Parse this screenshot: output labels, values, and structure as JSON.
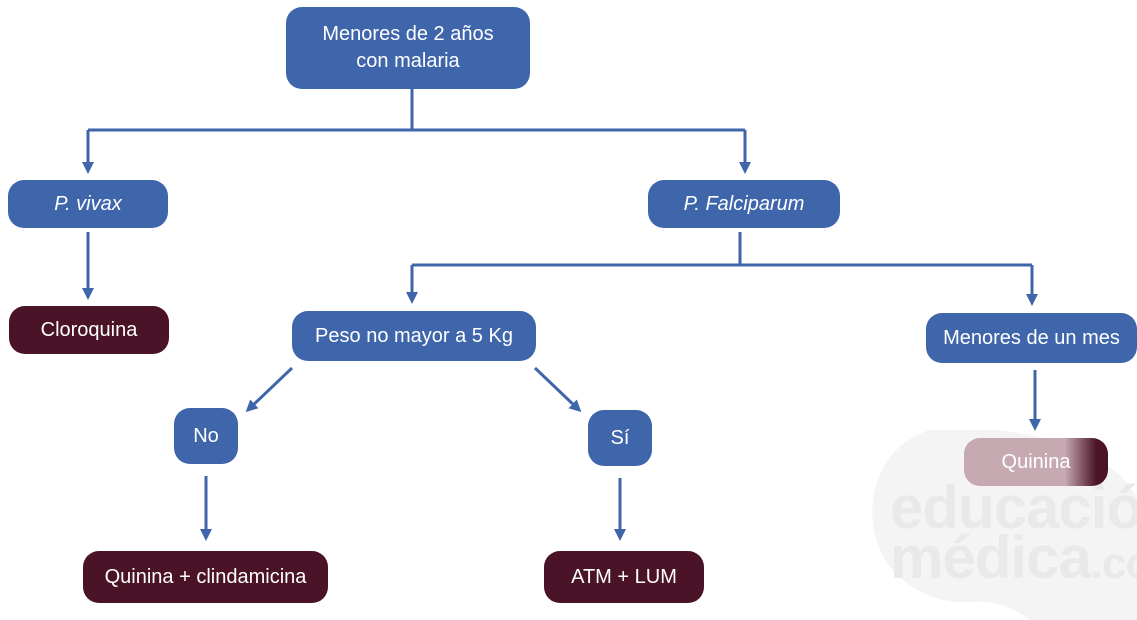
{
  "nodes": {
    "root": "Menores de 2 años\ncon malaria",
    "p_vivax": "P. vivax",
    "p_falciparum": "P. Falciparum",
    "cloroquina": "Cloroquina",
    "peso": "Peso no mayor a 5 Kg",
    "menores_mes": "Menores de un mes",
    "no": "No",
    "si": "Sí",
    "quinina_mes": "Quinina",
    "quinina_clinda": "Quinina + clindamicina",
    "atm_lum": "ATM + LUM"
  },
  "watermark": {
    "line1": "educación",
    "line2": "médica",
    "suffix": ".co"
  },
  "colors": {
    "node_blue": "#3f66ab",
    "node_maroon": "#4b1328",
    "connector": "#3f66ab",
    "watermark": "#e9e9e9"
  }
}
